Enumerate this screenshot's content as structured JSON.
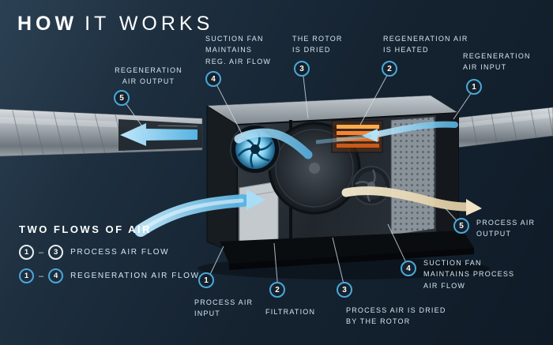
{
  "title": {
    "emphasis": "HOW",
    "rest": "IT WORKS"
  },
  "callouts": [
    {
      "num": "5",
      "label": "REGENERATION\nAIR OUTPUT"
    },
    {
      "num": "4",
      "label": "SUCTION FAN\nMAINTAINS\nREG. AIR FLOW"
    },
    {
      "num": "3",
      "label": "THE ROTOR\nIS DRIED"
    },
    {
      "num": "2",
      "label": "REGENERATION AIR\nIS HEATED"
    },
    {
      "num": "1",
      "label": "REGENERATION\nAIR INPUT"
    },
    {
      "num": "5",
      "label": "PROCESS AIR\nOUTPUT"
    },
    {
      "num": "4",
      "label": "SUCTION FAN\nMAINTAINS PROCESS\nAIR FLOW"
    },
    {
      "num": "3",
      "label": "PROCESS AIR IS DRIED\nBY THE ROTOR"
    },
    {
      "num": "2",
      "label": "FILTRATION"
    },
    {
      "num": "1",
      "label": "PROCESS AIR\nINPUT"
    }
  ],
  "legend": {
    "title": "TWO FLOWS OF AIR",
    "rows": [
      {
        "from": "1",
        "dash": "–",
        "to": "3",
        "label": "PROCESS AIR FLOW",
        "ring": "white"
      },
      {
        "from": "1",
        "dash": "–",
        "to": "4",
        "label": "REGENERATION AIR FLOW",
        "ring": "blue"
      }
    ]
  },
  "colors": {
    "background": "#152331",
    "accent_blue": "#4aa8d8",
    "label_text": "#d5e6f0",
    "regen_flow": "#8fd0f0",
    "process_exit_flow": "#ecdfbd",
    "heater_orange": "#f08a2e"
  }
}
